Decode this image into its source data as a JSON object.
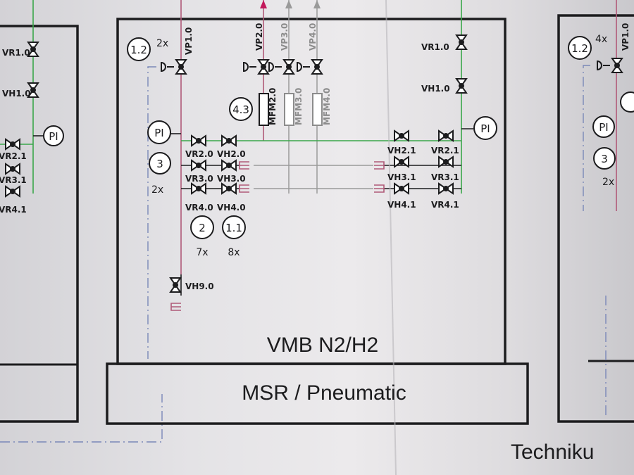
{
  "left_panel": {
    "vr1_0": "VR1.0",
    "vh1_0": "VH1.0",
    "vr2_1": "VR2.1",
    "vr3_1": "VR3.1",
    "vr4_1": "VR4.1",
    "pi": "PI"
  },
  "main_panel": {
    "ref_1_2": "1.2",
    "count_2x_top": "2x",
    "vp1_0": "VP1.0",
    "vp2_0": "VP2.0",
    "vp3_0": "VP3.0",
    "vp4_0": "VP4.0",
    "ref_4_3": "4.3",
    "mfm2_0": "MFM2.0",
    "mfm3_0": "MFM3.0",
    "mfm4_0": "MFM4.0",
    "pi": "PI",
    "ref_3": "3",
    "count_2x_left": "2x",
    "vr2_0": "VR2.0",
    "vh2_0": "VH2.0",
    "vr3_0": "VR3.0",
    "vh3_0": "VH3.0",
    "vr4_0": "VR4.0",
    "vh4_0": "VH4.0",
    "ref_2": "2",
    "ref_1_1": "1.1",
    "count_7x": "7x",
    "count_8x": "8x",
    "vh9_0": "VH9.0",
    "vr1_0": "VR1.0",
    "vh1_0": "VH1.0",
    "pi_right": "PI",
    "vh2_1": "VH2.1",
    "vr2_1": "VR2.1",
    "vh3_1": "VH3.1",
    "vr3_1": "VR3.1",
    "vh4_1": "VH4.1",
    "vr4_1": "VR4.1",
    "title": "VMB N2/H2",
    "footer": "MSR / Pneumatic"
  },
  "right_panel": {
    "ref_1_2": "1.2",
    "count_4x": "4x",
    "vp1_0": "VP1.0",
    "pi": "PI",
    "ref_3": "3",
    "count_2x": "2x"
  },
  "footer": {
    "text": "Techniku"
  },
  "colors": {
    "h2_line": "#b05a78",
    "n2_line": "#3aa64a",
    "inactive_line": "#9a9a9a",
    "guide_line": "#7a88b8",
    "ink": "#1c1c1e"
  }
}
